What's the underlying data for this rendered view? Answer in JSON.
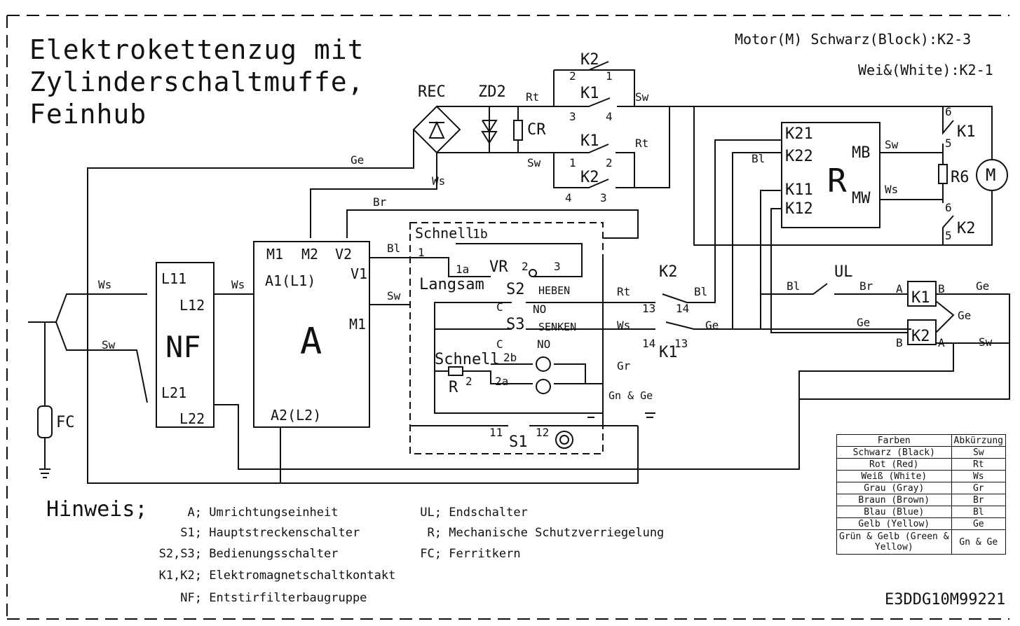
{
  "title": {
    "line1": "Elektrokettenzug mit",
    "line2": "Zylinderschaltmuffe,",
    "line3": "Feinhub"
  },
  "motor_note": {
    "line1": "Motor(M) Schwarz(Block):K2-3",
    "line2": "Wei&(White):K2-1"
  },
  "labels": {
    "rec": "REC",
    "zd2": "ZD2",
    "cr": "CR",
    "r": "R",
    "m": "M",
    "r6": "R6",
    "nf": "NF",
    "a": "A",
    "fc": "FC",
    "vr": "VR",
    "ul": "UL",
    "k1": "K1",
    "k2": "K2",
    "k21": "K21",
    "k22": "K22",
    "k11": "K11",
    "k12": "K12",
    "mb": "MB",
    "mw": "MW",
    "l11": "L11",
    "l12": "L12",
    "l21": "L21",
    "l22": "L22",
    "m1": "M1",
    "m2": "M2",
    "v2": "V2",
    "v1": "V1",
    "a1": "A1(L1)",
    "a2": "A2(L2)",
    "schnell": "Schnell",
    "langsam": "Langsam",
    "s1": "S1",
    "s2": "S2",
    "s3": "S3",
    "heben": "HEBEN",
    "senken": "SENKEN",
    "no": "NO",
    "c": "C",
    "t1b": "1b",
    "t1a": "1a",
    "t2b": "2b",
    "t2a": "2a",
    "n1": "1",
    "n2": "2",
    "n3": "3",
    "n4": "4",
    "n5": "5",
    "n6": "6",
    "n11": "11",
    "n12": "12",
    "n13": "13",
    "n14": "14",
    "pA": "A",
    "pB": "B",
    "gn_ge": "Gn & Ge",
    "w_rt": "Rt",
    "w_sw": "Sw",
    "w_ge": "Ge",
    "w_ws": "Ws",
    "w_br": "Br",
    "w_bl": "Bl",
    "w_gr": "Gr",
    "gn_ge_vert": "Gn & Ge"
  },
  "hinweis": {
    "heading": "Hinweis;",
    "left": [
      {
        "key": "A;",
        "text": "Umrichtungseinheit"
      },
      {
        "key": "S1;",
        "text": "Hauptstreckenschalter"
      },
      {
        "key": "S2,S3;",
        "text": "Bedienungsschalter"
      },
      {
        "key": "K1,K2;",
        "text": "Elektromagnetschaltkontakt"
      },
      {
        "key": "NF;",
        "text": "Entstirfilterbaugruppe"
      }
    ],
    "right": [
      {
        "key": "UL;",
        "text": "Endschalter"
      },
      {
        "key": "R;",
        "text": "Mechanische Schutzverriegelung"
      },
      {
        "key": "FC;",
        "text": "Ferritkern"
      }
    ]
  },
  "color_table": {
    "header": [
      "Farben",
      "Abkürzung"
    ],
    "rows": [
      [
        "Schwarz (Black)",
        "Sw"
      ],
      [
        "Rot (Red)",
        "Rt"
      ],
      [
        "Weiß (White)",
        "Ws"
      ],
      [
        "Grau (Gray)",
        "Gr"
      ],
      [
        "Braun (Brown)",
        "Br"
      ],
      [
        "Blau (Blue)",
        "Bl"
      ],
      [
        "Gelb (Yellow)",
        "Ge"
      ],
      [
        "Grün & Gelb (Green & Yellow)",
        "Gn & Ge"
      ]
    ]
  },
  "drawing_number": "E3DDG10M99221"
}
